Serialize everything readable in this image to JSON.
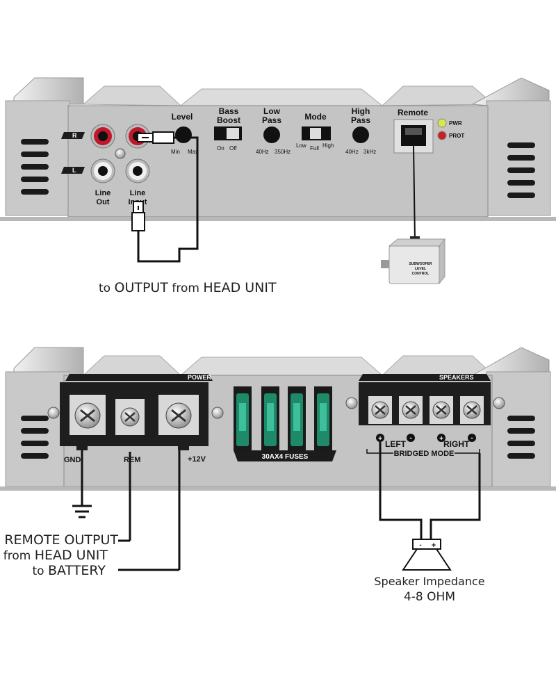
{
  "top_panel": {
    "channel_r": "R",
    "channel_l": "L",
    "line_out_1": "Line",
    "line_out_2": "Out",
    "line_in_1": "Line",
    "line_in_2": "Input",
    "level": {
      "title": "Level",
      "min": "Min",
      "max": "Max"
    },
    "bass_boost": {
      "title_1": "Bass",
      "title_2": "Boost",
      "on": "On",
      "off": "Off"
    },
    "low_pass": {
      "title_1": "Low",
      "title_2": "Pass",
      "min": "40Hz",
      "max": "350Hz"
    },
    "mode": {
      "title": "Mode",
      "low": "Low",
      "full": "Full",
      "high": "High"
    },
    "high_pass": {
      "title_1": "High",
      "title_2": "Pass",
      "min": "40Hz",
      "max": "3kHz"
    },
    "remote": {
      "title": "Remote"
    },
    "leds": {
      "pwr": "PWR",
      "prot": "PROT",
      "pwr_color": "#d8e84a",
      "prot_color": "#cc2020"
    },
    "remote_box": {
      "line1": "SUBWOOFER",
      "line2": "LEVEL",
      "line3": "CONTROL"
    },
    "caption": {
      "p1": "to ",
      "p2": "OUTPUT",
      "p3": " from ",
      "p4": "HEAD UNIT"
    }
  },
  "bottom_panel": {
    "power": {
      "title": "POWER",
      "gnd": "GND",
      "rem": "REM",
      "plus12": "+12V"
    },
    "fuses": {
      "label": "30AX4 FUSES",
      "color": "#1f8a6a"
    },
    "speakers": {
      "title": "SPEAKERS",
      "left": "LEFT",
      "right": "RIGHT",
      "bridged": "BRIDGED MODE",
      "plus": "+",
      "minus": "-"
    },
    "captions": {
      "remote_1": "to ",
      "remote_2": "REMOTE OUTPUT",
      "remote_3": "from ",
      "remote_4": "HEAD UNIT",
      "battery_1": "to ",
      "battery_2": "BATTERY"
    },
    "speaker_caption": {
      "line1": "Speaker Impedance",
      "line2": "4-8 OHM"
    }
  },
  "colors": {
    "chassis": "#cfcfcf",
    "panel": "#c8c8c8",
    "dark": "#1c1c1c",
    "rca_red": "#c0182a"
  }
}
